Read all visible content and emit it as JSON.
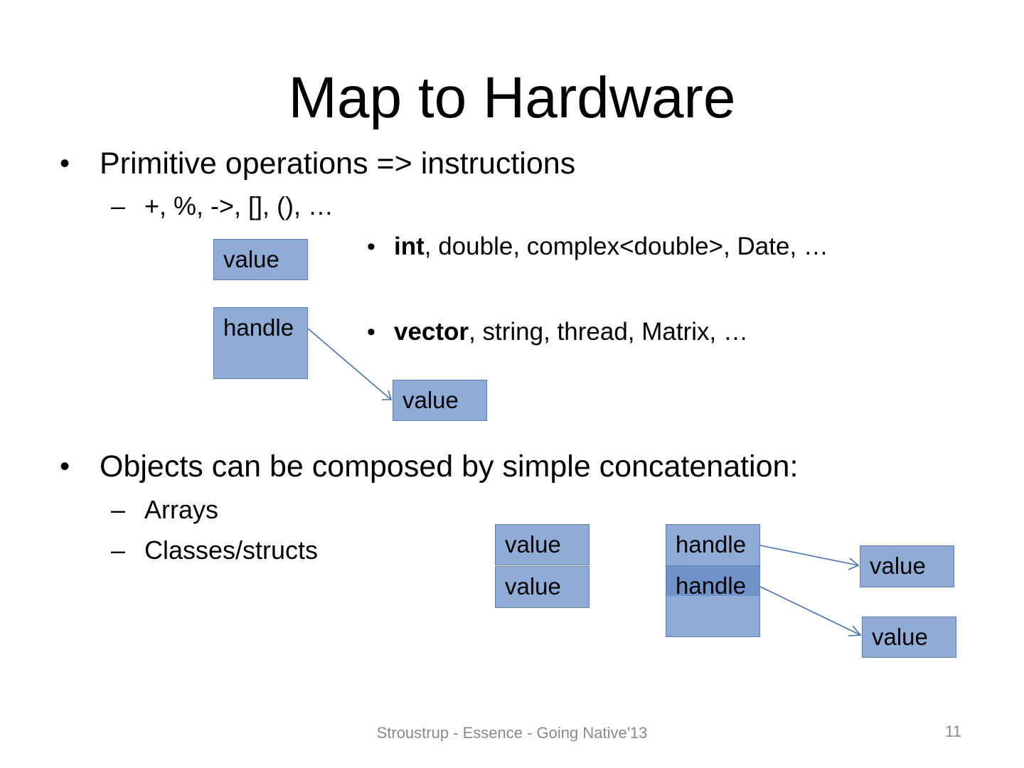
{
  "title": "Map to Hardware",
  "bullets": {
    "b1": "Primitive operations => instructions",
    "b1_sub": "+, %, ->, [], (), …",
    "b2": "Objects can be composed by simple concatenation:",
    "b2_sub1": "Arrays",
    "b2_sub2": "Classes/structs"
  },
  "symbols": {
    "bullet": "•",
    "dash": "–"
  },
  "side_notes": {
    "n1_bold": "int",
    "n1_rest": ", double, complex<double>, Date, …",
    "n2_bold": "vector",
    "n2_rest": ", string, thread, Matrix, …"
  },
  "boxes": {
    "value": "value",
    "handle": "handle"
  },
  "footer": {
    "text": "Stroustrup - Essence - Going Native'13",
    "page": "11"
  },
  "colors": {
    "box_fill": "#8eacd6",
    "box_border": "#5d7fae",
    "arrow": "#4a72b0",
    "footer_text": "#8a8a8a"
  }
}
